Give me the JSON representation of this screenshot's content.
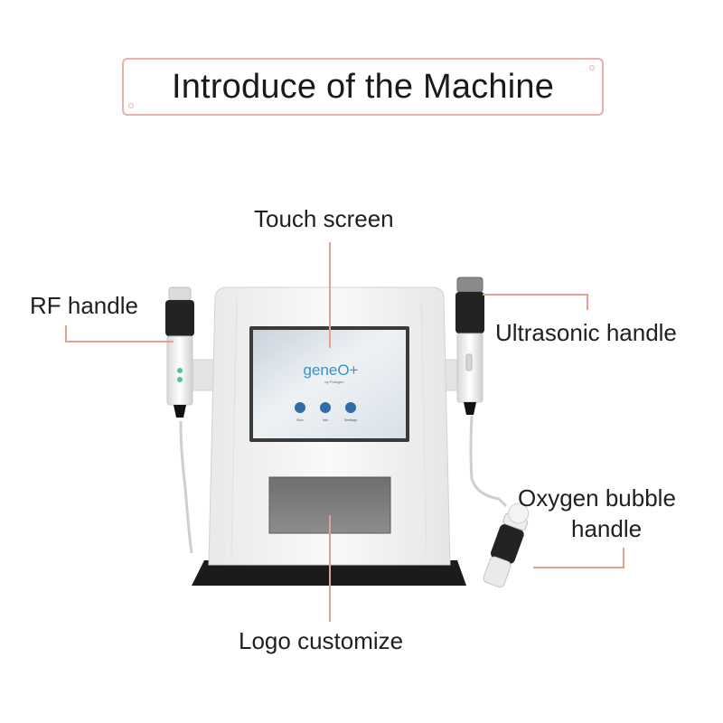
{
  "title": "Introduce of the Machine",
  "labels": {
    "touch_screen": "Touch screen",
    "rf_handle": "RF handle",
    "ultrasonic_handle": "Ultrasonic handle",
    "oxygen_line1": "Oxygen bubble",
    "oxygen_line2": "handle",
    "logo_customize": "Logo customize"
  },
  "screen": {
    "brand": "geneO+",
    "sub": "by Pollogen",
    "buttons": [
      "Run",
      "Info",
      "Settings"
    ]
  },
  "colors": {
    "accent": "#e8b1a6",
    "leader": "#e6a090",
    "body": "#f4f4f4",
    "base": "#1a1a1a",
    "handle_grip": "#222222",
    "button": "#2f6da8"
  }
}
